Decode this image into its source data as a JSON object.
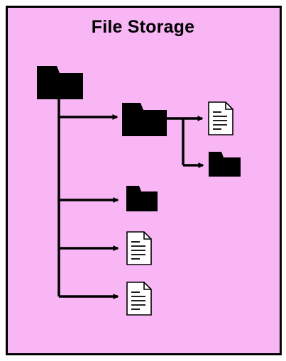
{
  "title": "File Storage",
  "colors": {
    "background": "#f8b6f4",
    "border": "#000000",
    "icon_fill": "#000000",
    "document_fill": "#ffffff",
    "connector": "#000000"
  },
  "tree": {
    "root": {
      "type": "folder",
      "icon": "folder-icon"
    },
    "children": [
      {
        "type": "folder",
        "icon": "folder-icon",
        "children": [
          {
            "type": "document",
            "icon": "document-icon"
          },
          {
            "type": "folder",
            "icon": "folder-icon"
          }
        ]
      },
      {
        "type": "folder",
        "icon": "folder-icon"
      },
      {
        "type": "document",
        "icon": "document-icon"
      },
      {
        "type": "document",
        "icon": "document-icon"
      }
    ]
  }
}
